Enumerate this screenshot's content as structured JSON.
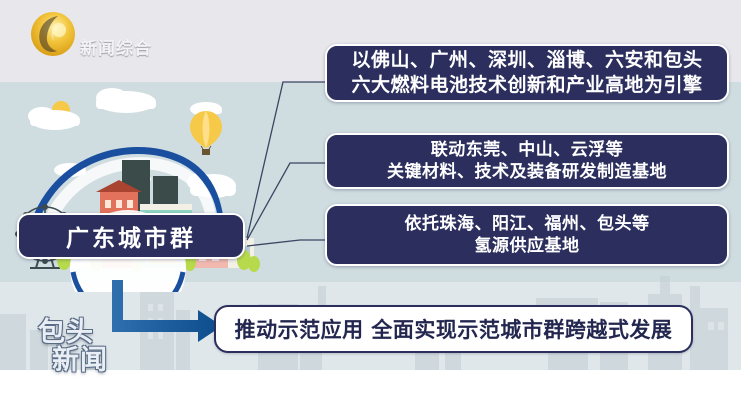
{
  "brand": {
    "channel_name": "新闻综合",
    "logo_icon": "golden-orb-icon",
    "logo_gold": "#e8b217"
  },
  "watermark": {
    "line1": "包头",
    "line2": "新闻",
    "icon": "globe-icon"
  },
  "illustration": {
    "name": "city-skyline-illustration",
    "elements": [
      "ferris-wheel-icon",
      "hot-air-balloon-icon",
      "sun-icon",
      "cloud-icon",
      "buildings",
      "trees"
    ],
    "sky_color": "#cfdde1",
    "arc_color": "#1a4fa0"
  },
  "diagram": {
    "main_node": {
      "label": "广东城市群",
      "fill": "#2c2f5e",
      "text_color": "#ffffff"
    },
    "callouts": [
      {
        "id": "callout-1",
        "lines": [
          "以佛山、广州、深圳、淄博、六安和包头",
          "六大燃料电池技术创新和产业高地为引擎"
        ]
      },
      {
        "id": "callout-2",
        "lines": [
          "联动东莞、中山、云浮等",
          "关键材料、技术及装备研发制造基地"
        ]
      },
      {
        "id": "callout-3",
        "lines": [
          "依托珠海、阳江、福州、包头等",
          "氢源供应基地"
        ]
      }
    ],
    "connector_color": "#3a4560"
  },
  "bottom": {
    "banner_text": "推动示范应用  全面实现示范城市群跨越式发展",
    "arrow_icon": "elbow-arrow-right-icon",
    "arrow_color": "#1a5a9e",
    "banner_border": "#2c2f5e"
  }
}
